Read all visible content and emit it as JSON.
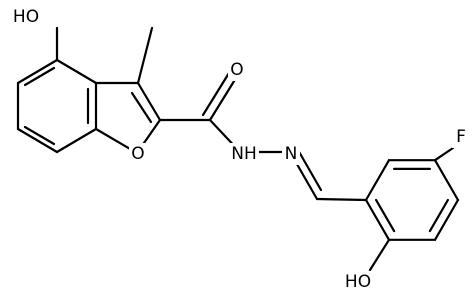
{
  "molecule": {
    "colors": {
      "bond": "#000000",
      "label": "#000000",
      "background": "#ffffff"
    },
    "labels": {
      "oh_top": "HO",
      "o_ring": "O",
      "o_carbonyl": "O",
      "nh": "NH",
      "n": "N",
      "f": "F",
      "oh_bottom": "HO"
    }
  }
}
